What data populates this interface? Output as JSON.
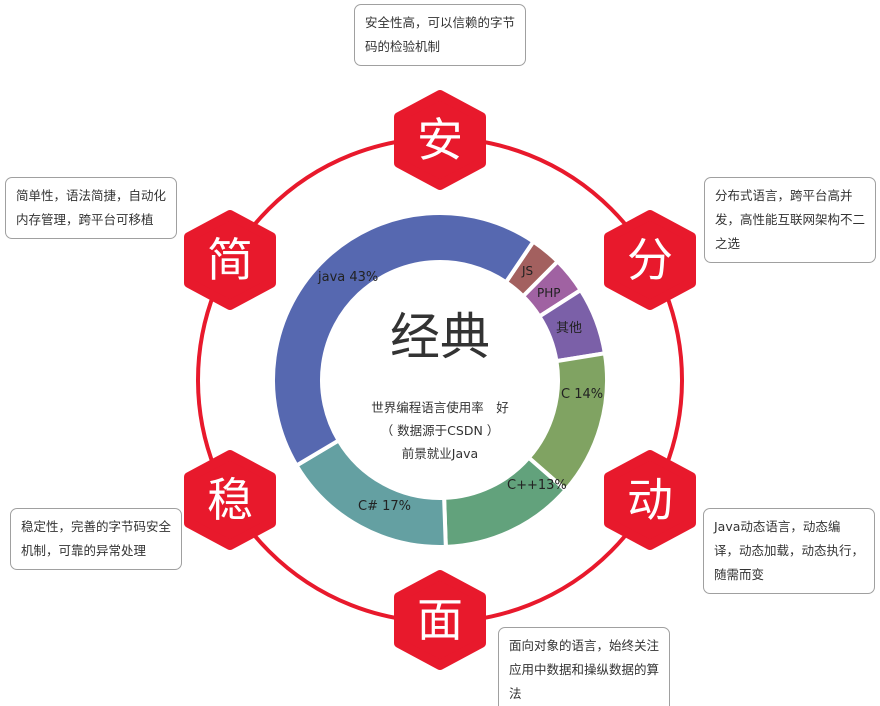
{
  "center": {
    "title": "经典",
    "lines": [
      "世界编程语言使用率　好",
      "（ 数据源于CSDN ）",
      "前景就业Java"
    ]
  },
  "features": [
    {
      "char": "安",
      "text": "安全性高，可以信赖的字节码的检验机制"
    },
    {
      "char": "分",
      "text": "分布式语言，跨平台高并发，高性能互联网架构不二之选"
    },
    {
      "char": "动",
      "text": "Java动态语言，动态编译，动态加载，动态执行，随需而变"
    },
    {
      "char": "面",
      "text": "面向对象的语言，始终关注应用中数据和操纵数据的算法"
    },
    {
      "char": "稳",
      "text": "稳定性，完善的字节码安全机制，可靠的异常处理"
    },
    {
      "char": "简",
      "text": "简单性，语法简捷，自动化内存管理，跨平台可移植"
    }
  ],
  "colors": {
    "accent": "#e8192c",
    "ring": "#e8192c"
  },
  "chart_data": {
    "type": "pie",
    "title": "世界编程语言使用率",
    "categories": [
      "JS",
      "PHP",
      "其他",
      "C",
      "C++",
      "C#",
      "java"
    ],
    "values": [
      3,
      3.5,
      6.5,
      14,
      13,
      17,
      43
    ],
    "labels": [
      "JS",
      "PHP",
      "其他",
      "C 14%",
      "C++13%",
      "C# 17%",
      "java 43%"
    ],
    "colors": [
      "#a3605f",
      "#a062a2",
      "#7b60a8",
      "#80a362",
      "#62a27c",
      "#64a0a2",
      "#5668b0"
    ]
  }
}
